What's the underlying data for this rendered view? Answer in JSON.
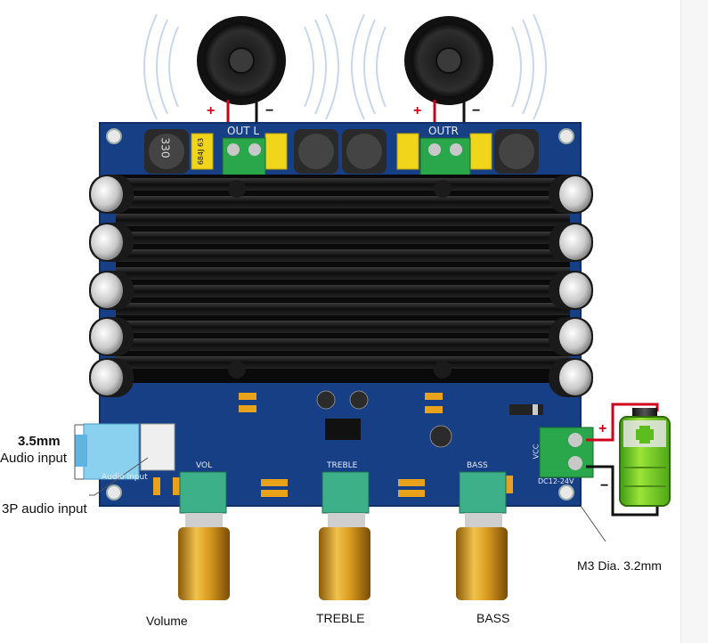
{
  "speakers": {
    "left": {
      "plus": "+",
      "minus": "−"
    },
    "right": {
      "plus": "+",
      "minus": "−"
    }
  },
  "board": {
    "out_left_silk": "OUT L",
    "out_right_silk": "OUTR",
    "audio_input_silk": "Audio Input",
    "vol_silk": "VOL",
    "treble_silk": "TREBLE",
    "bass_silk": "BASS",
    "dc_silk": "DC12-24V",
    "vcc_silk": "VCC",
    "inductor_value": "330",
    "cap_value": "684J 63"
  },
  "battery": {
    "plus": "+",
    "minus": "−",
    "color_fill": "#7ed321",
    "color_terminal": "#e5e5e5"
  },
  "annotations": {
    "jack_size": "3.5mm",
    "jack_label": "Audio input",
    "three_pin": "3P audio input",
    "mount_hole": "M3 Dia. 3.2mm",
    "volume": "Volume",
    "treble": "TREBLE",
    "bass": "BASS"
  },
  "colors": {
    "pcb": "#163f85",
    "heatsink": "#161616",
    "terminal": "#2aa74a",
    "knob": "#d9a021",
    "pot": "#3db08a"
  }
}
